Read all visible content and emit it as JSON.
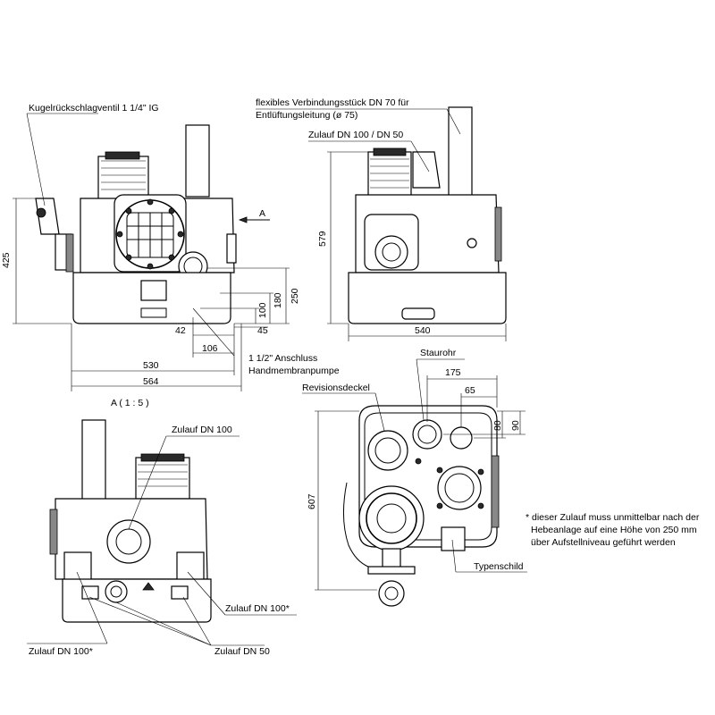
{
  "labels": {
    "check_valve": "Kugelrückschlagventil 1 1/4\" IG",
    "vent_line_1": "flexibles Verbindungsstück DN 70 für",
    "vent_line_2": "Entlüftungsleitung (ø 75)",
    "inlet_top": "Zulauf DN 100 / DN 50",
    "view_arrow": "A",
    "pump_conn_1": "1 1/2\" Anschluss",
    "pump_conn_2": "Handmembranpumpe",
    "view_scale": "A ( 1 : 5 )",
    "inlet_100": "Zulauf DN 100",
    "inlet_100_star_right": "Zulauf DN 100*",
    "inlet_100_star_left": "Zulauf DN 100*",
    "inlet_50": "Zulauf DN 50",
    "staurohr": "Staurohr",
    "revisionsdeckel": "Revisionsdeckel",
    "typenschild": "Typenschild",
    "note_1": "* dieser Zulauf muss unmittelbar nach der",
    "note_2": "Hebeanlage auf eine Höhe von 250 mm",
    "note_3": "über Aufstellniveau geführt werden"
  },
  "dimensions": {
    "front_height": "425",
    "d250": "250",
    "d180": "180",
    "d100": "100",
    "d42": "42",
    "d45": "45",
    "d106": "106",
    "d530": "530",
    "d564": "564",
    "side_height": "579",
    "side_width": "540",
    "d175": "175",
    "d65": "65",
    "d80": "80",
    "d90": "90",
    "top_depth": "607"
  }
}
